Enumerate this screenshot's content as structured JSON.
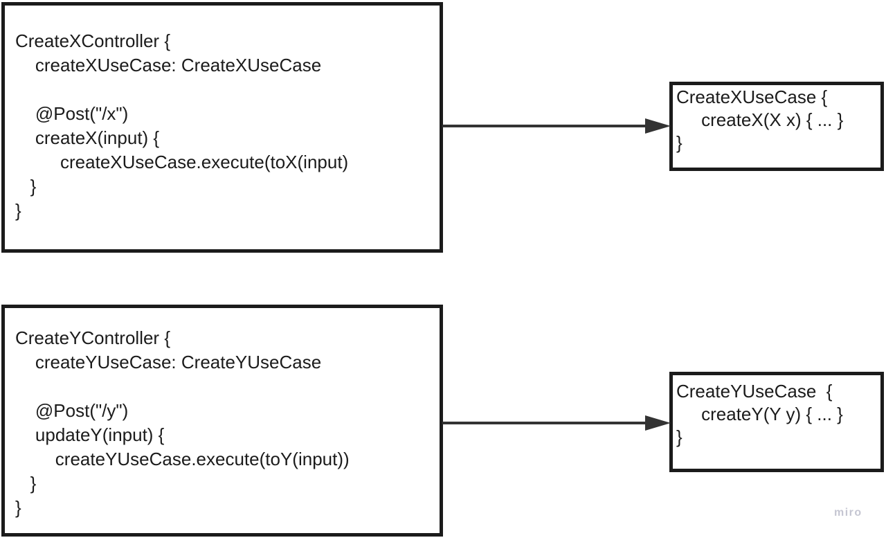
{
  "colors": {
    "box_border": "#1b1b1b",
    "arrow": "#333333",
    "text": "#1b1b1b",
    "watermark": "#c5c6d2",
    "canvas_bg": "#ffffff"
  },
  "boxes": {
    "x_controller": {
      "code": "CreateXController {\n    createXUseCase: CreateXUseCase\n\n    @Post(\"/x\")\n    createX(input) {\n         createXUseCase.execute(toX(input)\n   }\n}"
    },
    "x_usecase": {
      "code": "CreateXUseCase {\n     createX(X x) { ... }\n}"
    },
    "y_controller": {
      "code": "CreateYController {\n    createYUseCase: CreateYUseCase\n\n    @Post(\"/y\")\n    updateY(input) {\n        createYUseCase.execute(toY(input))\n   }\n}"
    },
    "y_usecase": {
      "code": "CreateYUseCase  {\n     createY(Y y) { ... }\n}"
    }
  },
  "watermark": {
    "label": "miro"
  }
}
